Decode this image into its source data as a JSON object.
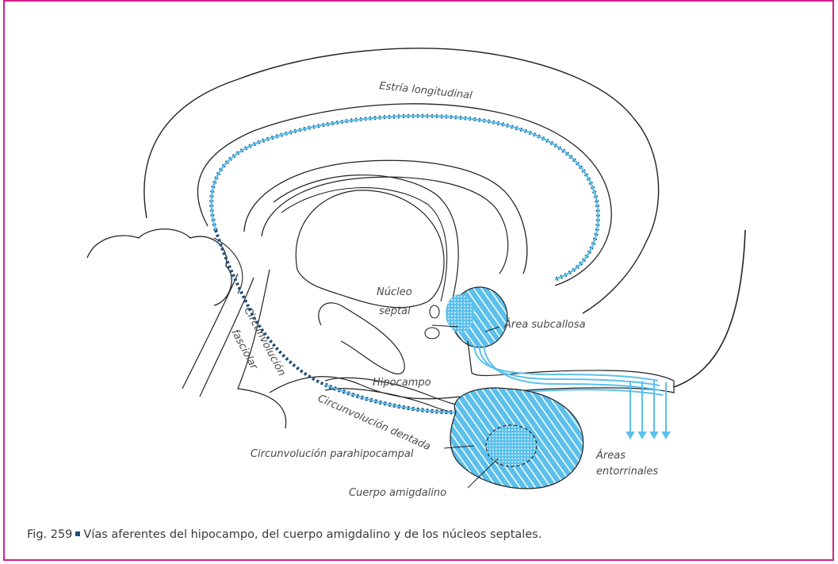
{
  "labels": {
    "estria": "Estría longitudinal",
    "nucleo_1": "Núcleo",
    "nucleo_2": "septal",
    "area_subcallosa": "Área subcallosa",
    "circ_fasciolar_1": "Circunvolución",
    "circ_fasciolar_2": "fasciolar",
    "hipocampo": "Hipocampo",
    "circ_dentada": "Circunvolución dentada",
    "circ_parahipo": "Circunvolución parahipocampal",
    "areas_1": "Áreas",
    "areas_2": "entorrinales",
    "cuerpo_amig": "Cuerpo amigdalino"
  },
  "caption": {
    "fig_number": "Fig. 259",
    "text": "Vías aferentes del hipocampo, del cuerpo amigdalino y de los núcleos septales."
  },
  "colors": {
    "frame": "#d2218b",
    "pathway_blue": "#5bc0ec",
    "pathway_dark": "#1f4f7c",
    "outline": "#222222"
  }
}
